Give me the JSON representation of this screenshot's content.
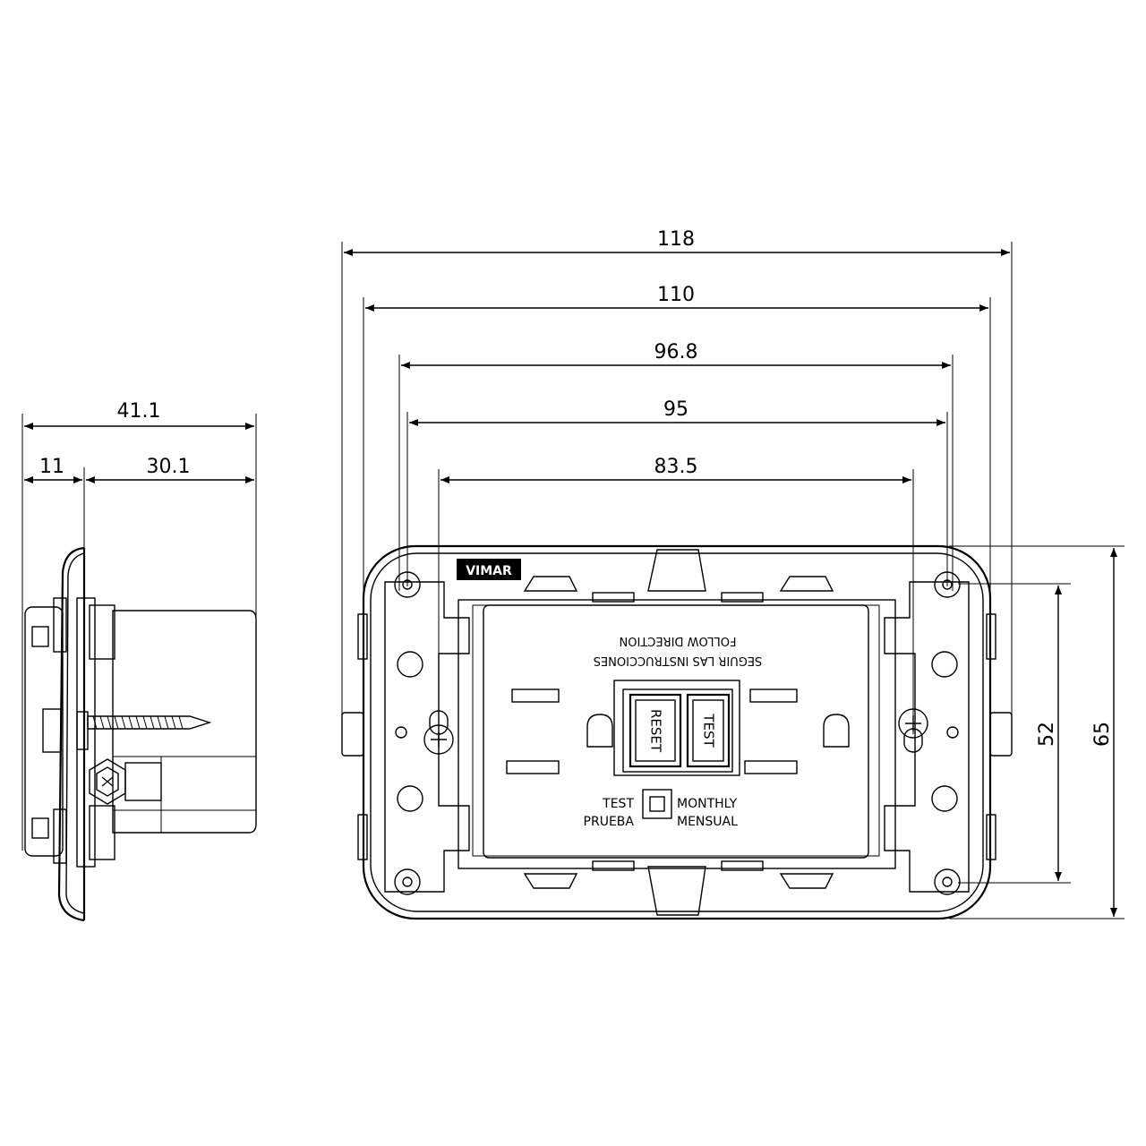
{
  "brand": "VIMAR",
  "dimensions": {
    "side_total_width": "41.1",
    "side_front_depth": "11",
    "side_body_depth": "30.1",
    "front_overall_width": "118",
    "front_plate_width": "110",
    "front_width_96_8": "96.8",
    "front_width_95": "95",
    "front_screw_spacing": "83.5",
    "front_inner_height": "52",
    "front_overall_height": "65"
  },
  "device": {
    "top_label_line1": "SEGUIR LAS INSTRUCCIONES",
    "top_label_line2": "FOLLOW DIRECTION",
    "reset_button": "RESET",
    "test_button": "TEST",
    "indicator_left_line1": "TEST",
    "indicator_left_line2": "PRUEBA",
    "indicator_right_line1": "MONTHLY",
    "indicator_right_line2": "MENSUAL"
  },
  "colors": {
    "line": "#000000",
    "background": "#ffffff"
  }
}
